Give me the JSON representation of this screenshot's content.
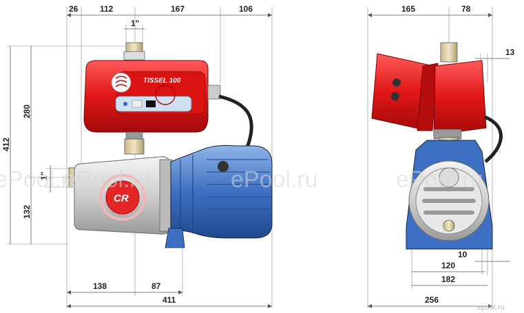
{
  "dimensions": {
    "side_top": [
      "26",
      "112",
      "167",
      "106"
    ],
    "thread_top": "1\"",
    "thread_side": "1\"",
    "left_total": "412",
    "left_upper": "280",
    "left_lower": "132",
    "bottom_a": "138",
    "bottom_b": "87",
    "bottom_total": "411",
    "front_top_a": "165",
    "front_top_b": "78",
    "front_right": "13",
    "front_small": "10",
    "front_inner": "120",
    "front_base": "182",
    "front_total": "256"
  },
  "labels": {
    "controller_brand": "TISSEL 100",
    "pump_logo": "CR"
  },
  "watermarks": [
    "ePool.ru",
    "ePool.ru",
    "ePool.ru",
    "ePool.ru"
  ],
  "corner_mark": "epool.ru"
}
